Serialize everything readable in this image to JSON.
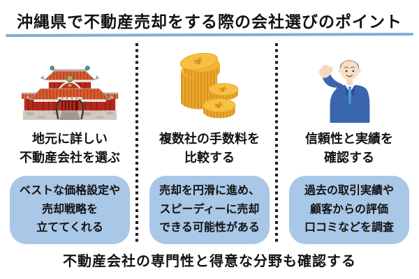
{
  "title": {
    "text": "沖縄県で不動産売却をする際の会社選びのポイント"
  },
  "colors": {
    "title_underline": "#7fadd9",
    "bubble_background": "#a9c7e6",
    "divider": "#1a1a1a",
    "text": "#111111",
    "castle_red": "#b5281b",
    "castle_roof_orange": "#d4572a",
    "coin_gold": "#f5c044",
    "suit_blue": "#3a66ae",
    "tie_blue": "#48a2da"
  },
  "columns": [
    {
      "id": "local-company",
      "illustration": "shuri-castle",
      "caption_lines": [
        "地元に詳しい",
        "不動産会社を選ぶ"
      ],
      "bubble_lines": [
        "ベストな価格設定や",
        "売却戦略を",
        "立ててくれる"
      ]
    },
    {
      "id": "compare-fees",
      "illustration": "gold-coins",
      "caption_lines": [
        "複数社の手数料を",
        "比較する"
      ],
      "bubble_lines": [
        "売却を円滑に進め、",
        "スピーディーに売却",
        "できる可能性がある"
      ]
    },
    {
      "id": "trust-results",
      "illustration": "businessman",
      "caption_lines": [
        "信頼性と実績を",
        "確認する"
      ],
      "bubble_lines": [
        "過去の取引実績や",
        "顧客からの評価",
        "口コミなどを調査"
      ]
    }
  ],
  "footer": {
    "text": "不動産会社の専門性と得意な分野も確認する"
  }
}
